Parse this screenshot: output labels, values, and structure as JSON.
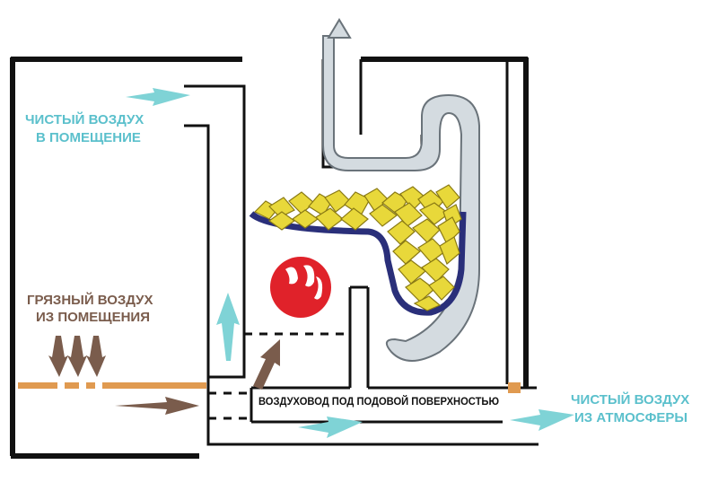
{
  "labels": {
    "clean_air_room_line1": "ЧИСТЫЙ ВОЗДУХ",
    "clean_air_room_line2": "В ПОМЕЩЕНИЕ",
    "dirty_air_line1": "ГРЯЗНЫЙ ВОЗДУХ",
    "dirty_air_line2": "ИЗ ПОМЕЩЕНИЯ",
    "duct": "ВОЗДУХОВОД ПОД ПОДОВОЙ ПОВЕРХНОСТЬЮ",
    "clean_air_atm_line1": "ЧИСТЫЙ ВОЗДУХ",
    "clean_air_atm_line2": "ИЗ АТМОСФЕРЫ"
  },
  "colors": {
    "clean_air": "#5bc0cc",
    "clean_air_arrow": "#7fd3d6",
    "dirty_air": "#7a5c4c",
    "insulation": "#e09a50",
    "flame": "#e0222a",
    "stones": "#e8d83a",
    "stone_tray": "#2a2f7a",
    "flue": "#d4dbe0"
  }
}
